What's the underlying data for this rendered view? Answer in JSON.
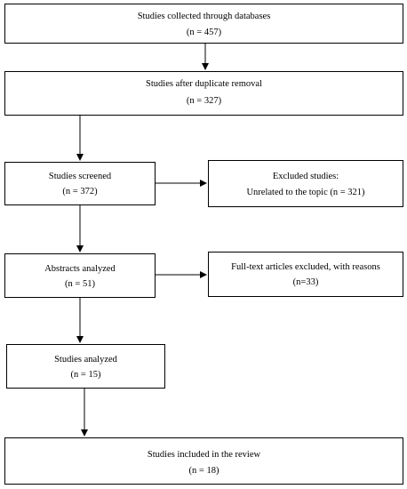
{
  "nodes": {
    "collected": {
      "title": "Studies collected through databases",
      "count": "(n = 457)"
    },
    "dedup": {
      "title": "Studies after duplicate removal",
      "count": "(n = 327)"
    },
    "screened": {
      "title": "Studies screened",
      "count": "(n = 372)"
    },
    "excluded": {
      "title": "Excluded studies:",
      "detail": "Unrelated to the topic (n = 321)"
    },
    "abstracts": {
      "title": "Abstracts analyzed",
      "count": "(n = 51)"
    },
    "fulltext_excluded": {
      "title": "Full-text articles excluded, with reasons",
      "count": "(n=33)"
    },
    "analyzed": {
      "title": "Studies analyzed",
      "count": "(n = 15)"
    },
    "included": {
      "title": "Studies included in the review",
      "count": "(n = 18)"
    }
  }
}
